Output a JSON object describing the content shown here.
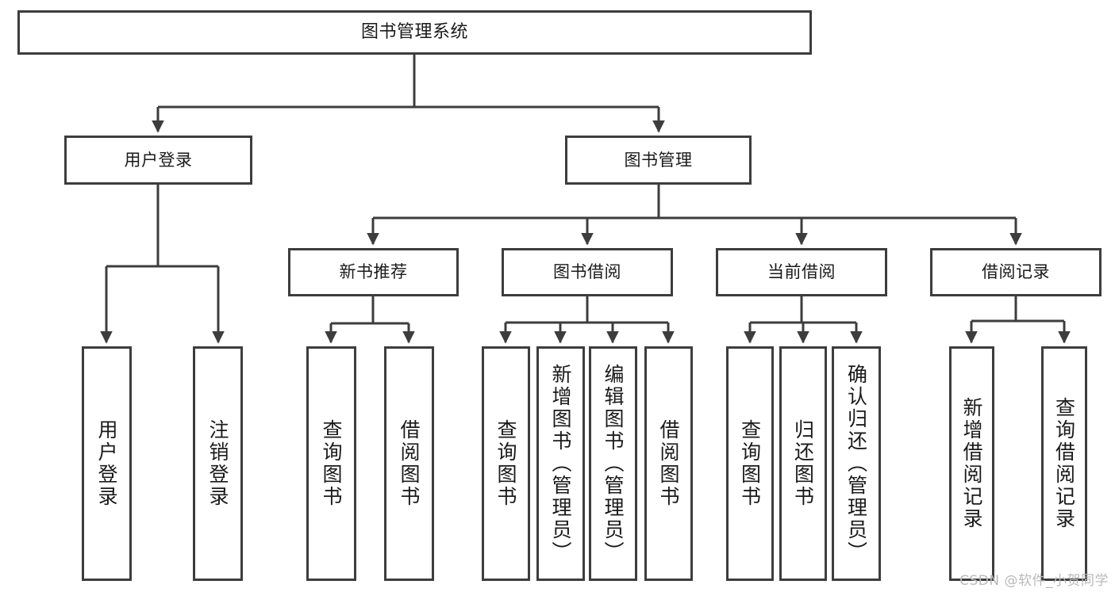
{
  "diagram": {
    "type": "tree-hierarchy",
    "title": "图书管理系统",
    "watermark": "CSDN @软件_小贺同学",
    "colors": {
      "box_border": "#3d3d3d",
      "box_fill": "#ffffff",
      "connector": "#3d3d3d",
      "text": "#1a1a1a",
      "watermark": "#b9b9b9",
      "background": "#ffffff"
    },
    "nodes": {
      "root": {
        "label": "图书管理系统"
      },
      "level2": [
        {
          "label": "用户登录"
        },
        {
          "label": "图书管理"
        }
      ],
      "level3": [
        {
          "label": "新书推荐"
        },
        {
          "label": "图书借阅"
        },
        {
          "label": "当前借阅"
        },
        {
          "label": "借阅记录"
        }
      ],
      "leaves_user_login": [
        {
          "label": "用户登录"
        },
        {
          "label": "注销登录"
        }
      ],
      "leaves_new_books": [
        {
          "label": "查询图书"
        },
        {
          "label": "借阅图书"
        }
      ],
      "leaves_borrow": [
        {
          "label": "查询图书"
        },
        {
          "label": "新增图书（管理员）"
        },
        {
          "label": "编辑图书（管理员）"
        },
        {
          "label": "借阅图书"
        }
      ],
      "leaves_current": [
        {
          "label": "查询图书"
        },
        {
          "label": "归还图书"
        },
        {
          "label": "确认归还（管理员）"
        }
      ],
      "leaves_records": [
        {
          "label": "新增借阅记录"
        },
        {
          "label": "查询借阅记录"
        }
      ]
    }
  }
}
